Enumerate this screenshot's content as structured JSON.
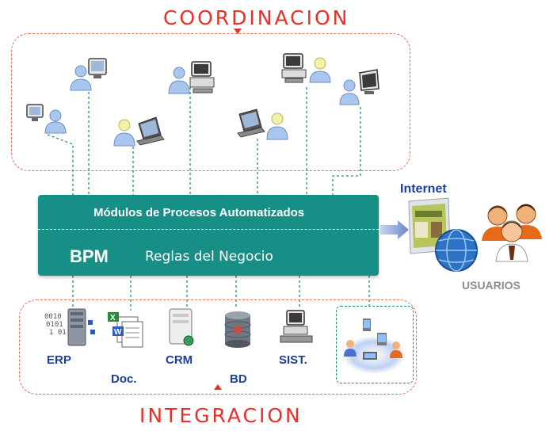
{
  "top_title": "COORDINACION",
  "bottom_title": "INTEGRACION",
  "bar": {
    "modules_label": "Módulos de Procesos Automatizados",
    "bpm_label": "BPM",
    "rules_label": "Reglas del Negocio"
  },
  "right": {
    "internet_label": "Internet",
    "users_label": "USUARIOS"
  },
  "systems": [
    {
      "label": "ERP",
      "icon": "erp-server-icon"
    },
    {
      "label": "Doc.",
      "icon": "documents-icon"
    },
    {
      "label": "CRM",
      "icon": "crm-server-icon"
    },
    {
      "label": "BD",
      "icon": "database-icon"
    },
    {
      "label": "SIST.",
      "icon": "computer-system-icon"
    }
  ],
  "colors": {
    "accent_red": "#e8302a",
    "bar_teal": "#188f86",
    "label_blue": "#1d3f9a",
    "connector_teal": "#1f8f8a"
  }
}
